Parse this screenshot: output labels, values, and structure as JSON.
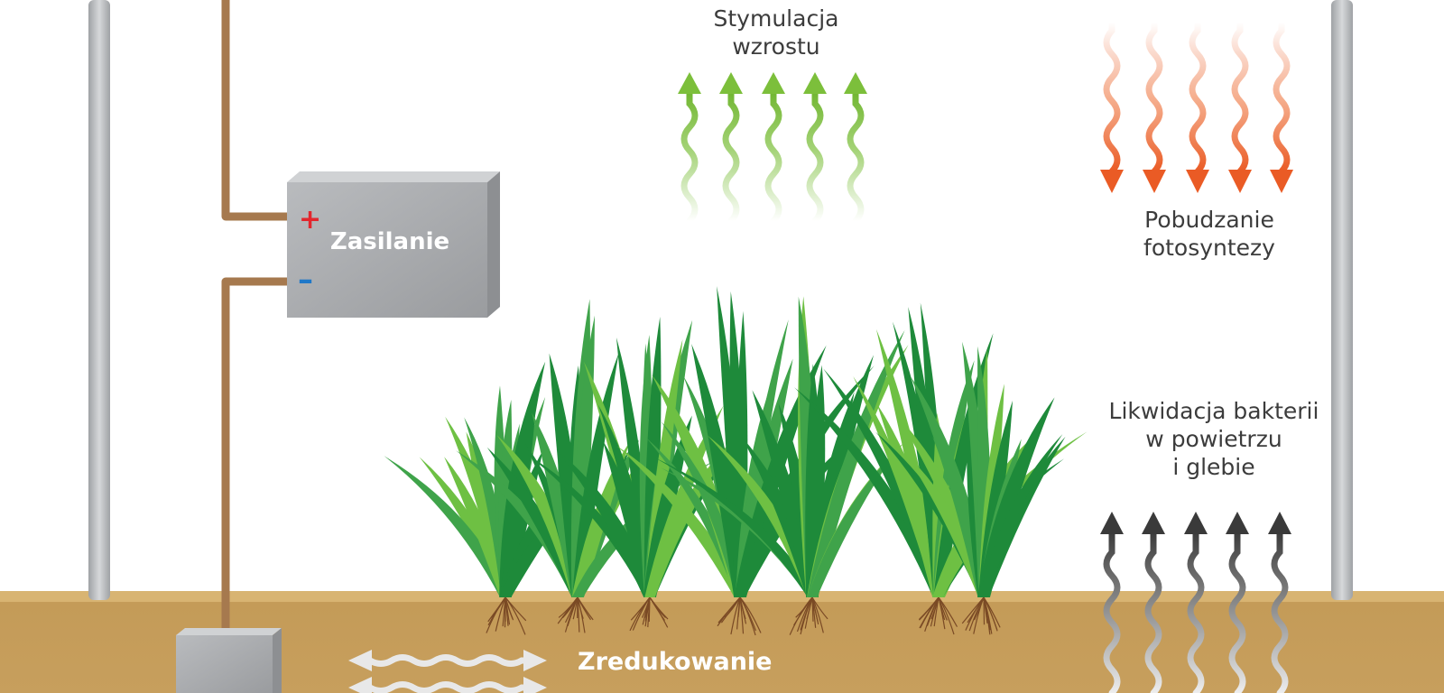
{
  "labels": {
    "growth_line1": "Stymulacja",
    "growth_line2": "wzrostu",
    "photo_line1": "Pobudzanie",
    "photo_line2": "fotosyntezy",
    "bact_line1": "Likwidacja bakterii",
    "bact_line2": "w powietrzu",
    "bact_line3": "i glebie",
    "reduce_line1": "Zredukowanie",
    "power_supply": "Zasilanie",
    "plus_sign": "+",
    "minus_sign": "–"
  },
  "colors": {
    "growth_arrows": "#7cbf3b",
    "photo_arrows": "#ea5b25",
    "bacteria_arrows": "#3a3a3a",
    "soil_arrows": "#e8e8e8",
    "soil": "#c8a263",
    "wire": "#a6794e",
    "pole": "#b3b5b8",
    "box": "#a9abae",
    "plus": "#e3262d",
    "minus": "#1f78c8",
    "grass_dark": "#1e8a3a",
    "grass_light": "#6ec043"
  },
  "icons": {
    "growth": "wavy-up-arrow-icon",
    "photosynthesis": "wavy-down-arrow-icon",
    "bacteria": "wavy-up-arrow-icon",
    "soil": "wavy-double-arrow-icon"
  }
}
